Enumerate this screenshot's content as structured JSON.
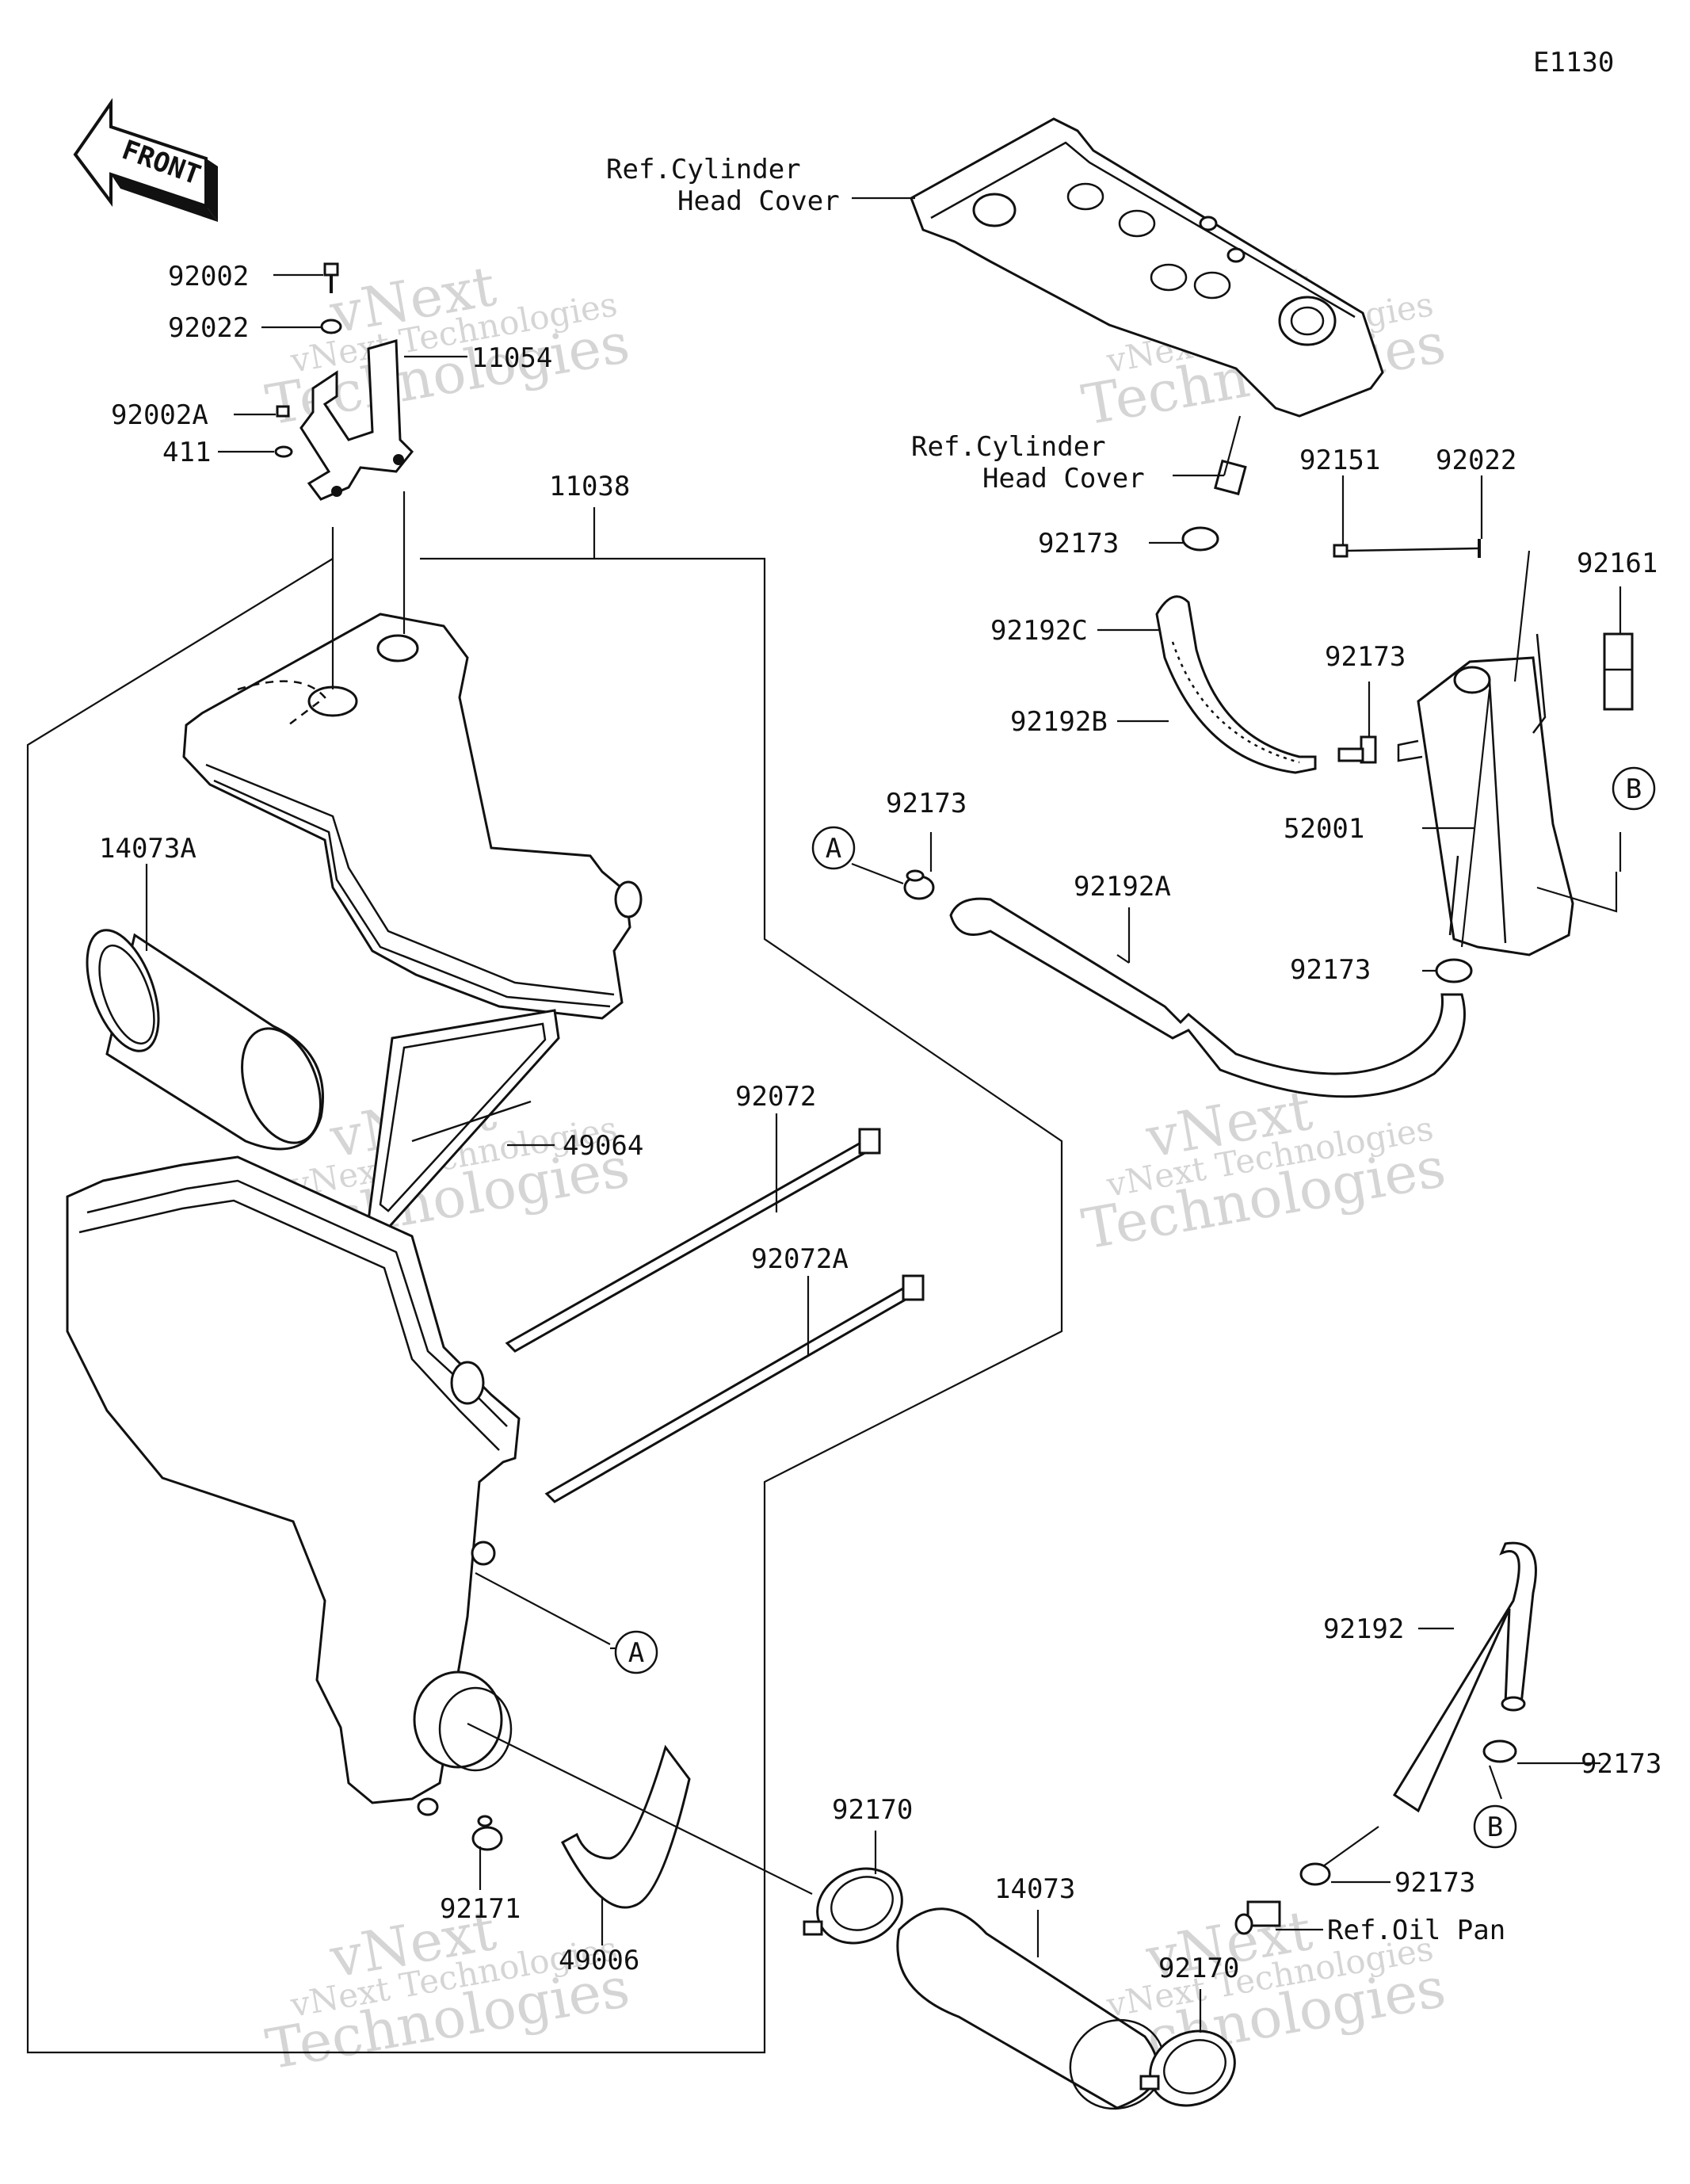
{
  "diagram_code": "E1130",
  "front_label": "FRONT",
  "watermarks": [
    {
      "line1": "vNext Technologies",
      "big1": "vNext",
      "big2": "Technologies"
    },
    {
      "line1": "vNext Technologies",
      "big1": "vNext",
      "big2": "Technologies"
    },
    {
      "line1": "vNext Technologies",
      "big1": "vNext",
      "big2": "Technologies"
    },
    {
      "line1": "vNext Technologies",
      "big1": "vNext",
      "big2": "Technologies"
    },
    {
      "line1": "vNext Technologies",
      "big1": "vNext",
      "big2": "Technologies"
    },
    {
      "line1": "vNext Technologies",
      "big1": "vNext",
      "big2": "Technologies"
    }
  ],
  "refs": {
    "cyl_head_cover_1_line1": "Ref.Cylinder",
    "cyl_head_cover_1_line2": "Head Cover",
    "cyl_head_cover_2_line1": "Ref.Cylinder",
    "cyl_head_cover_2_line2": "Head Cover",
    "oil_pan": "Ref.Oil Pan"
  },
  "markers": {
    "a": "A",
    "b": "B"
  },
  "parts": {
    "p92002": "92002",
    "p92022_top": "92022",
    "p11054": "11054",
    "p92002A": "92002A",
    "p411": "411",
    "p11038": "11038",
    "p14073A": "14073A",
    "p49064": "49064",
    "p92072": "92072",
    "p92072A": "92072A",
    "p92171": "92171",
    "p49006": "49006",
    "p92170_a": "92170",
    "p14073": "14073",
    "p92170_b": "92170",
    "p92173_1": "92173",
    "p92192C": "92192C",
    "p92192B": "92192B",
    "p92173_2": "92173",
    "p92151": "92151",
    "p92022_right": "92022",
    "p92161": "92161",
    "p52001": "52001",
    "p92173_3": "92173",
    "p92192A": "92192A",
    "p92173_4": "92173",
    "p92192": "92192",
    "p92173_5": "92173",
    "p92173_6": "92173"
  }
}
